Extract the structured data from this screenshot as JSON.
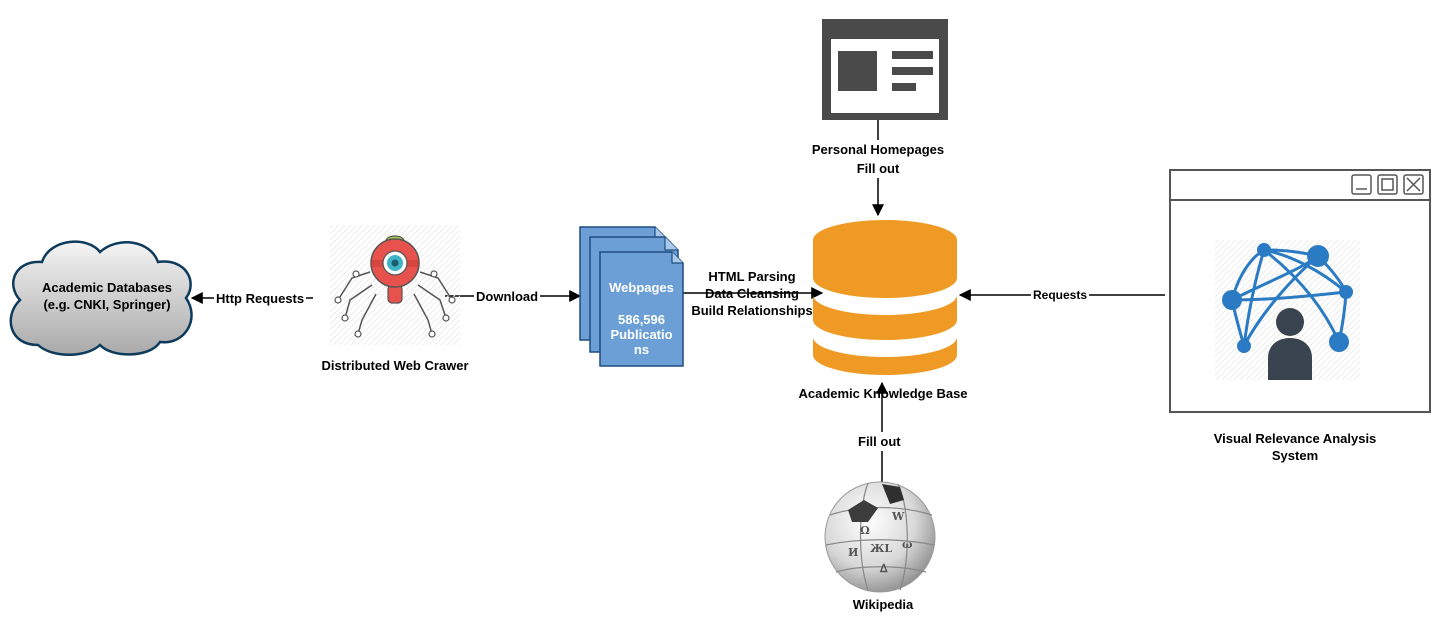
{
  "nodes": {
    "academic_databases": {
      "line1": "Academic Databases",
      "line2": "(e.g. CNKI, Springer)"
    },
    "web_crawler": {
      "label": "Distributed Web Crawer"
    },
    "webpages": {
      "title": "Webpages",
      "count": "586,596",
      "unit_line1": "Publicatio",
      "unit_line2": "ns"
    },
    "personal_homepages": {
      "label": "Personal Homepages"
    },
    "knowledge_base": {
      "label": "Academic Knowledge Base"
    },
    "visual_system": {
      "line1": "Visual Relevance Analysis",
      "line2": "System"
    },
    "wikipedia": {
      "label": "Wikipedia"
    }
  },
  "edges": {
    "http_requests": "Http Requests",
    "download": "Download",
    "processing": {
      "line1": "HTML Parsing",
      "line2": "Data Cleansing",
      "line3": "Build Relationships"
    },
    "homepages_fill": "Fill out",
    "wiki_fill": "Fill out",
    "requests": "Requests"
  },
  "colors": {
    "cloud_fill": "#c8c8c8",
    "cloud_stroke": "#0e3a5c",
    "database": "#ee9a25",
    "doc_fill": "#6b9fd6",
    "network_blue": "#2a7bc3",
    "spider_red": "#e8524c",
    "window_gray": "#4a4a4a"
  }
}
